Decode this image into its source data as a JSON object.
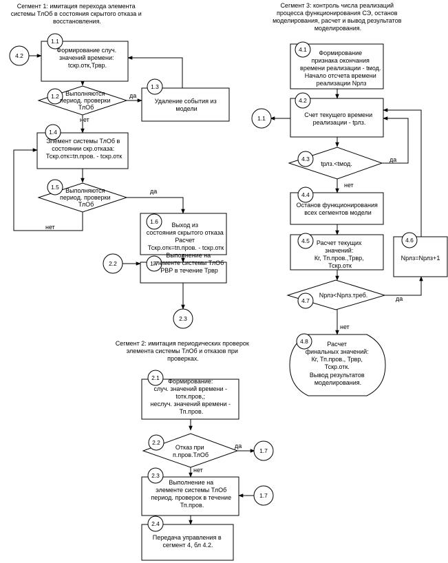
{
  "segments": {
    "s1": [
      "Сегмент 1: имитация перехода элемента",
      "системы ТлОб в  состояния скрытого отказа и",
      "восстановления."
    ],
    "s2": [
      "Сегмент 2: имитация периодических проверок",
      "элемента системы ТлОб и отказов при",
      "проверках."
    ],
    "s3": [
      "Сегмент 3: контроль числа реализаций",
      "процесса функционирования СЭ, останов",
      "моделирования, расчет и вывод результатов",
      "моделирования."
    ]
  },
  "nodes": {
    "n1_1": {
      "id": "1.1",
      "lines": [
        "Формирование случ.",
        "значений времени:",
        "tскр.отк,Трвр."
      ]
    },
    "n1_2": {
      "id": "1.2",
      "lines": [
        "Выполняются",
        "период. проверки",
        "ТлОб"
      ]
    },
    "n1_3": {
      "id": "1.3",
      "lines": [
        "Удаление события  из",
        "модели"
      ]
    },
    "n1_4": {
      "id": "1.4",
      "lines": [
        "Элемент системы ТлОб в",
        "состоянии скр.отказа:",
        "Тскр.отк=tп.пров. - tскр.отк"
      ]
    },
    "n1_5": {
      "id": "1.5",
      "lines": [
        "Выполняются",
        "период. проверки",
        "ТлОб"
      ]
    },
    "n1_6": {
      "id": "1.6",
      "lines": [
        "Выход из",
        "состояния скрытого отказа",
        "Расчет",
        "Тскр.отк=tп.пров. - tскр.отк"
      ]
    },
    "n1_7": {
      "id": "1.7",
      "lines": [
        "Выполнение на",
        "элементе системы ТлОб",
        "РВР в течение Трвр"
      ]
    },
    "n2_1": {
      "id": "2.1",
      "lines": [
        "Формирование:",
        "случ. значений времени -",
        "tотк.пров,;",
        "неслуч. значений времени -",
        "Тп.пров."
      ]
    },
    "n2_2": {
      "id": "2.2",
      "lines": [
        "Отказ при",
        "п.пров.ТлОб"
      ]
    },
    "n2_3": {
      "id": "2.3",
      "lines": [
        "Выполнение на",
        "элементе системы ТлОб",
        "период. проверок в течение",
        "Тп.пров."
      ]
    },
    "n2_4": {
      "id": "2.4",
      "lines": [
        "Передача управления в",
        "сегмент 4,  бл 4.2."
      ]
    },
    "n4_1": {
      "id": "4.1",
      "lines": [
        "Формирование",
        "признака окончания",
        "времени реализации -  tмод.",
        "Начало отсчета времени",
        "реализации  Nрлз"
      ]
    },
    "n4_2": {
      "id": "4.2",
      "lines": [
        "Счет текущего времени",
        "реализации - tрлз."
      ]
    },
    "n4_3": {
      "id": "4.3",
      "lines": [
        "tрлз.<tмод."
      ]
    },
    "n4_4": {
      "id": "4.4",
      "lines": [
        "Останов функционирования",
        "всех сегментов модели"
      ]
    },
    "n4_5": {
      "id": "4.5",
      "lines": [
        "Расчет текущих",
        "значений:",
        "Кг, Тп.пров.,Трвр,",
        "Тскр.отк"
      ]
    },
    "n4_6": {
      "id": "4.6",
      "lines": [
        "Nрлз=Nрлз+1"
      ]
    },
    "n4_7": {
      "id": "4.7",
      "lines": [
        "Nрлз<Nрлз.треб."
      ]
    },
    "n4_8": {
      "id": "4.8",
      "lines": [
        "Расчет",
        "финальных значений:",
        "Кг, Тп.пров., Трвр,",
        "Тскр.отк.",
        "Вывод  результатов",
        "моделирования."
      ]
    }
  },
  "connectors": {
    "c42": "4.2",
    "c23": "2.3",
    "c22": "2.2",
    "c11": "1.1",
    "c17a": "1.7",
    "c17b": "1.7"
  },
  "labels": {
    "yes": "да",
    "no": "нет"
  }
}
